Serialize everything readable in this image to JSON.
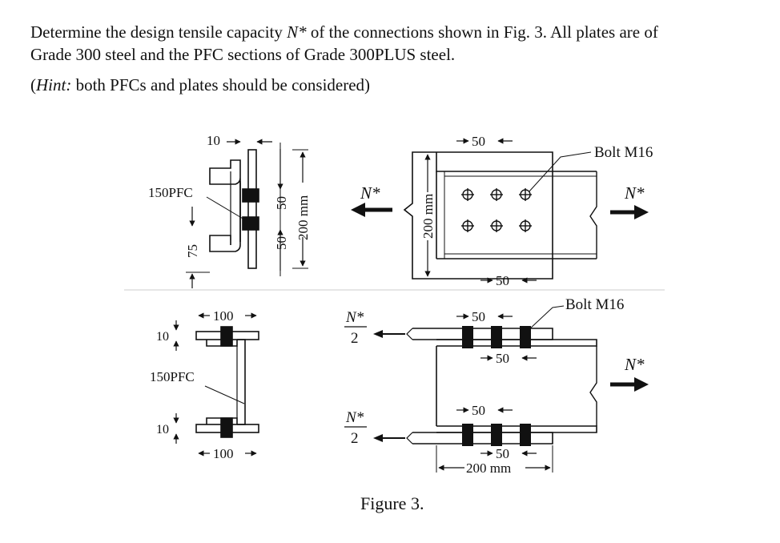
{
  "question": {
    "line1_part1": "Determine the design tensile capacity ",
    "line1_symbol": "N*",
    "line1_part2": " of the connections shown in Fig. 3. All plates are of",
    "line2": "Grade 300 steel and the PFC sections of Grade 300PLUS steel."
  },
  "hint": {
    "open": "(",
    "word": "Hint:",
    "rest": " both PFCs and plates should be considered)"
  },
  "figure_a": {
    "section_label": "150PFC",
    "gap_dim": "10",
    "flange_dim": "75",
    "bolt_pitch_dim": "50",
    "plate_width": "200 mm"
  },
  "figure_b": {
    "load_left": "N*",
    "load_right": "N*",
    "plate_height": "200 mm",
    "top_pitch": "50",
    "bottom_pitch": "50",
    "bolt_label": "Bolt M16"
  },
  "figure_c": {
    "section_label": "150PFC",
    "top_width": "100",
    "bottom_width": "100",
    "top_thickness": "10",
    "bottom_thickness": "10"
  },
  "figure_d": {
    "load_num": "N*",
    "load_den": "2",
    "load_right": "N*",
    "bolt_label": "Bolt M16",
    "pitch_1": "50",
    "pitch_2": "50",
    "pitch_3": "50",
    "pitch_4": "50",
    "overall": "200 mm"
  },
  "caption": "Figure 3."
}
